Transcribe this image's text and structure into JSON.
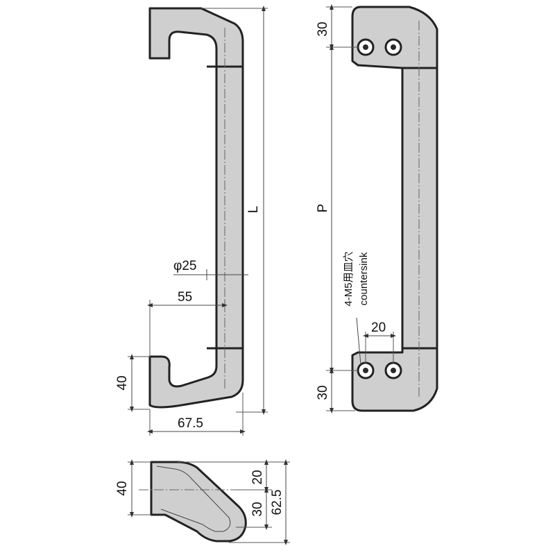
{
  "colors": {
    "body_fill": "#cfcfcf",
    "outline": "#222222",
    "hole_fill": "#ffffff",
    "hole_dark": "#2a2a2a"
  },
  "side_view": {
    "label_L": "L",
    "label_phi": "φ25",
    "label_55": "55",
    "label_40": "40",
    "label_67_5": "67.5"
  },
  "front_view": {
    "label_P": "P",
    "label_top_30": "30",
    "label_bottom_30": "30",
    "label_20": "20",
    "label_m5": "4-M5用皿穴",
    "label_countersink": "countersink"
  },
  "section_view": {
    "label_40": "40",
    "label_20": "20",
    "label_30": "30",
    "label_62_5": "62.5"
  }
}
